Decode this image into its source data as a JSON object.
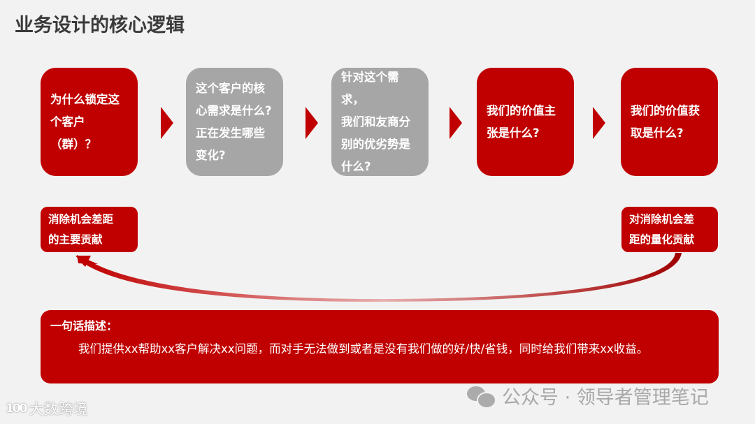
{
  "title": "业务设计的核心逻辑",
  "colors": {
    "accent_red": "#c00000",
    "neutral_gray": "#a6a6a6",
    "background": "#f2f2f2",
    "title_text": "#3a3a3a"
  },
  "steps": [
    {
      "label": "为什么锁定这\n个客户（群）？",
      "style": "red"
    },
    {
      "label": "这个客户的核\n心需求是什么?\n正在发生哪些\n变化?",
      "style": "gray"
    },
    {
      "label": "针对这个需求，\n我们和友商分\n别的优劣势是\n什么?",
      "style": "gray"
    },
    {
      "label": "我们的价值主\n张是什么?",
      "style": "red"
    },
    {
      "label": "我们的价值获\n取是什么?",
      "style": "red"
    }
  ],
  "connector_icons": [
    "chevron-right-icon",
    "chevron-right-icon",
    "chevron-right-icon",
    "chevron-right-icon"
  ],
  "tags": {
    "left": "消除机会差距\n的主要贡献",
    "right": "对消除机会差\n距的量化贡献"
  },
  "summary": {
    "heading": "一句话描述：",
    "body": "我们提供xx帮助xx客户解决xx问题，而对手无法做到或者是没有我们做的好/快/省钱，同时给我们带来xx收益。"
  },
  "watermarks": {
    "left_logo": "100",
    "left_text": "大数跨境",
    "right_icon": "wechat-icon",
    "right_text": "公众号 · 领导者管理笔记"
  }
}
